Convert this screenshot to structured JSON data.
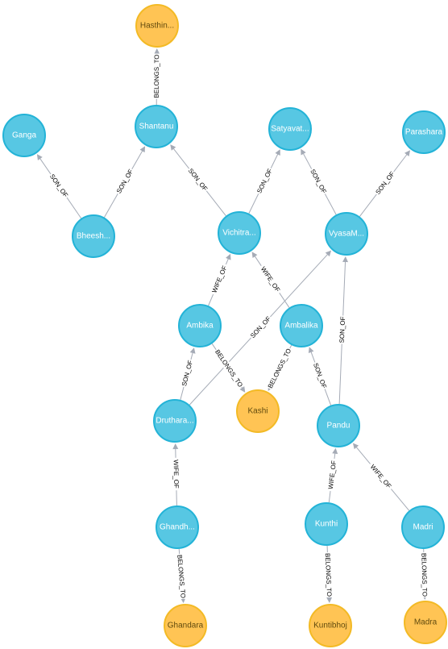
{
  "colors": {
    "person_fill": "#57c7e3",
    "person_stroke": "#23b3d7",
    "person_text": "#ffffff",
    "place_fill": "#ffc454",
    "place_stroke": "#f3ba25",
    "place_text": "#604a0e",
    "edge": "#a5abb6"
  },
  "nodes": [
    {
      "id": "hasthinapura",
      "label": "Hasthin...",
      "type": "place"
    },
    {
      "id": "ganga",
      "label": "Ganga",
      "type": "person"
    },
    {
      "id": "shantanu",
      "label": "Shantanu",
      "type": "person"
    },
    {
      "id": "satyavati",
      "label": "Satyavat...",
      "type": "person"
    },
    {
      "id": "parashara",
      "label": "Parashara",
      "type": "person"
    },
    {
      "id": "bheeshma",
      "label": "Bheesh...",
      "type": "person"
    },
    {
      "id": "vichitra",
      "label": "Vichitra...",
      "type": "person"
    },
    {
      "id": "vyasa",
      "label": "VyasaM...",
      "type": "person"
    },
    {
      "id": "ambika",
      "label": "Ambika",
      "type": "person"
    },
    {
      "id": "ambalika",
      "label": "Ambalika",
      "type": "person"
    },
    {
      "id": "dhrutharashtra",
      "label": "Druthara...",
      "type": "person"
    },
    {
      "id": "kashi",
      "label": "Kashi",
      "type": "place"
    },
    {
      "id": "pandu",
      "label": "Pandu",
      "type": "person"
    },
    {
      "id": "gandhari",
      "label": "Ghandh...",
      "type": "person"
    },
    {
      "id": "kunthi",
      "label": "Kunthi",
      "type": "person"
    },
    {
      "id": "madri",
      "label": "Madri",
      "type": "person"
    },
    {
      "id": "ghandara",
      "label": "Ghandara",
      "type": "place"
    },
    {
      "id": "kuntibhoj",
      "label": "Kuntibhoj",
      "type": "place"
    },
    {
      "id": "madra",
      "label": "Madra",
      "type": "place"
    }
  ],
  "edges": [
    {
      "from": "shantanu",
      "to": "hasthinapura",
      "label": "BELONGS_TO"
    },
    {
      "from": "bheeshma",
      "to": "ganga",
      "label": "SON_OF"
    },
    {
      "from": "bheeshma",
      "to": "shantanu",
      "label": "SON_OF"
    },
    {
      "from": "vichitra",
      "to": "shantanu",
      "label": "SON_OF"
    },
    {
      "from": "vichitra",
      "to": "satyavati",
      "label": "SON_OF"
    },
    {
      "from": "vyasa",
      "to": "satyavati",
      "label": "SON_OF"
    },
    {
      "from": "vyasa",
      "to": "parashara",
      "label": "SON_OF"
    },
    {
      "from": "ambika",
      "to": "vichitra",
      "label": "WIFE_OF"
    },
    {
      "from": "ambalika",
      "to": "vichitra",
      "label": "WIFE_OF"
    },
    {
      "from": "dhrutharashtra",
      "to": "vyasa",
      "label": "SON_OF"
    },
    {
      "from": "dhrutharashtra",
      "to": "ambika",
      "label": "SON_OF"
    },
    {
      "from": "ambika",
      "to": "kashi",
      "label": "BELONGS_TO"
    },
    {
      "from": "ambalika",
      "to": "kashi",
      "label": "BELONGS_TO"
    },
    {
      "from": "pandu",
      "to": "ambalika",
      "label": "SON_OF"
    },
    {
      "from": "pandu",
      "to": "vyasa",
      "label": "SON_OF"
    },
    {
      "from": "gandhari",
      "to": "dhrutharashtra",
      "label": "WIFE_OF"
    },
    {
      "from": "kunthi",
      "to": "pandu",
      "label": "WIFE_OF"
    },
    {
      "from": "madri",
      "to": "pandu",
      "label": "WIFE_OF"
    },
    {
      "from": "gandhari",
      "to": "ghandara",
      "label": "BELONGS_TO"
    },
    {
      "from": "kunthi",
      "to": "kuntibhoj",
      "label": "BELONGS_TO"
    },
    {
      "from": "madri",
      "to": "madra",
      "label": "BELONGS_TO"
    }
  ]
}
